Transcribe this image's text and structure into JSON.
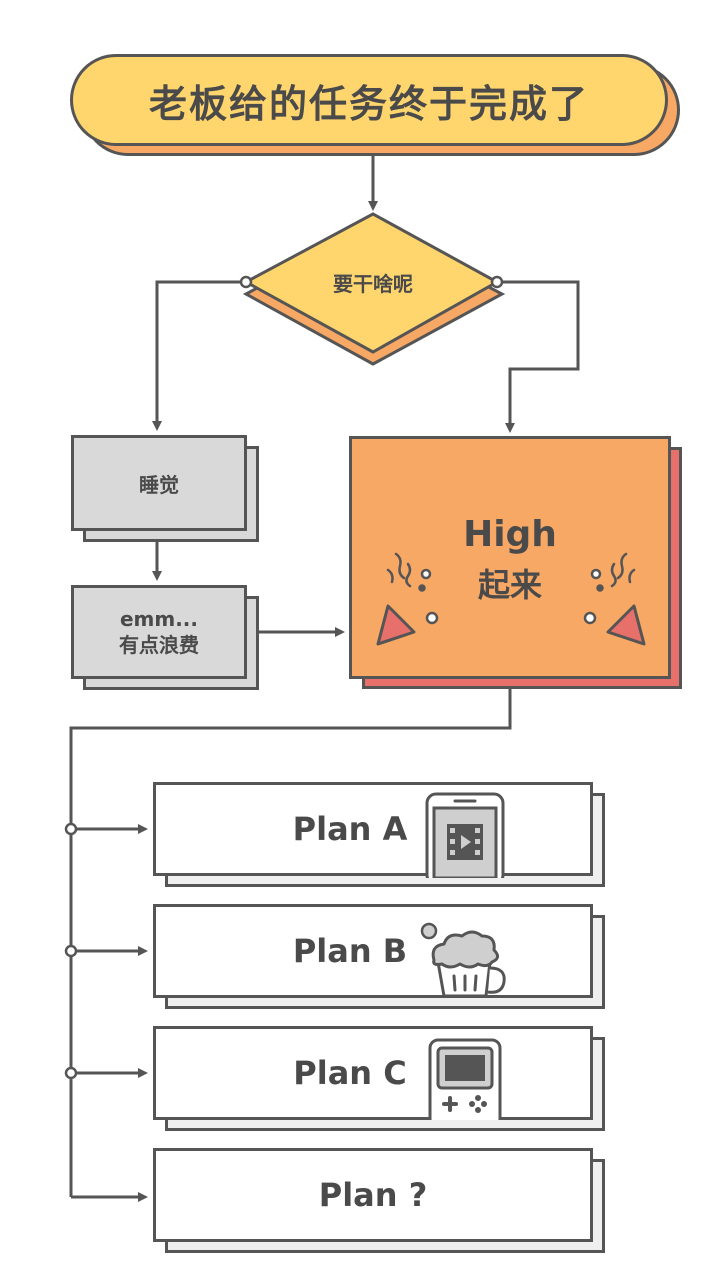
{
  "title": "老板给的任务终于完成了",
  "decision": "要干啥呢",
  "sleep": "睡觉",
  "waste": {
    "line1": "emm...",
    "line2": "有点浪费"
  },
  "high": {
    "line1": "High",
    "line2": "起来"
  },
  "plans": [
    "Plan A",
    "Plan B",
    "Plan C",
    "Plan ?"
  ],
  "colors": {
    "yellow": "#ffd56e",
    "orange": "#f7a865",
    "red": "#e8706a",
    "gray": "#d9d9d9",
    "outline": "#555555"
  }
}
